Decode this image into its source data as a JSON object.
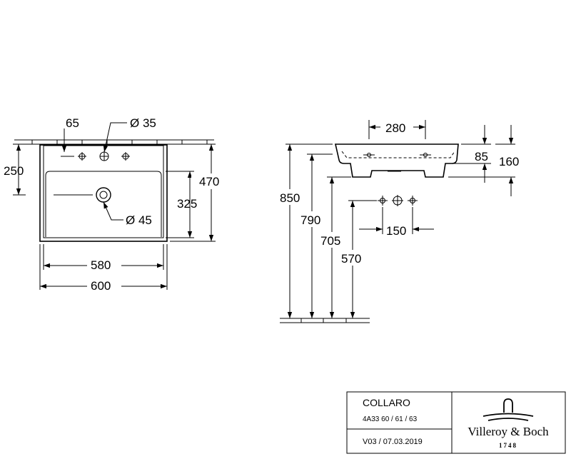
{
  "plan_view": {
    "dim_65": "65",
    "dim_d35": "Ø 35",
    "dim_250": "250",
    "dim_470": "470",
    "dim_325": "325",
    "dim_d45": "Ø 45",
    "dim_580": "580",
    "dim_600": "600"
  },
  "side_view": {
    "dim_280": "280",
    "dim_85": "85",
    "dim_160": "160",
    "dim_850": "850",
    "dim_790": "790",
    "dim_705": "705",
    "dim_570": "570",
    "dim_150": "150"
  },
  "title_block": {
    "product_name": "COLLARO",
    "article_numbers": "4A33 60 / 61 / 63",
    "version_date": "V03 / 07.03.2019",
    "brand_name": "Villeroy & Boch",
    "brand_year": "1748"
  }
}
